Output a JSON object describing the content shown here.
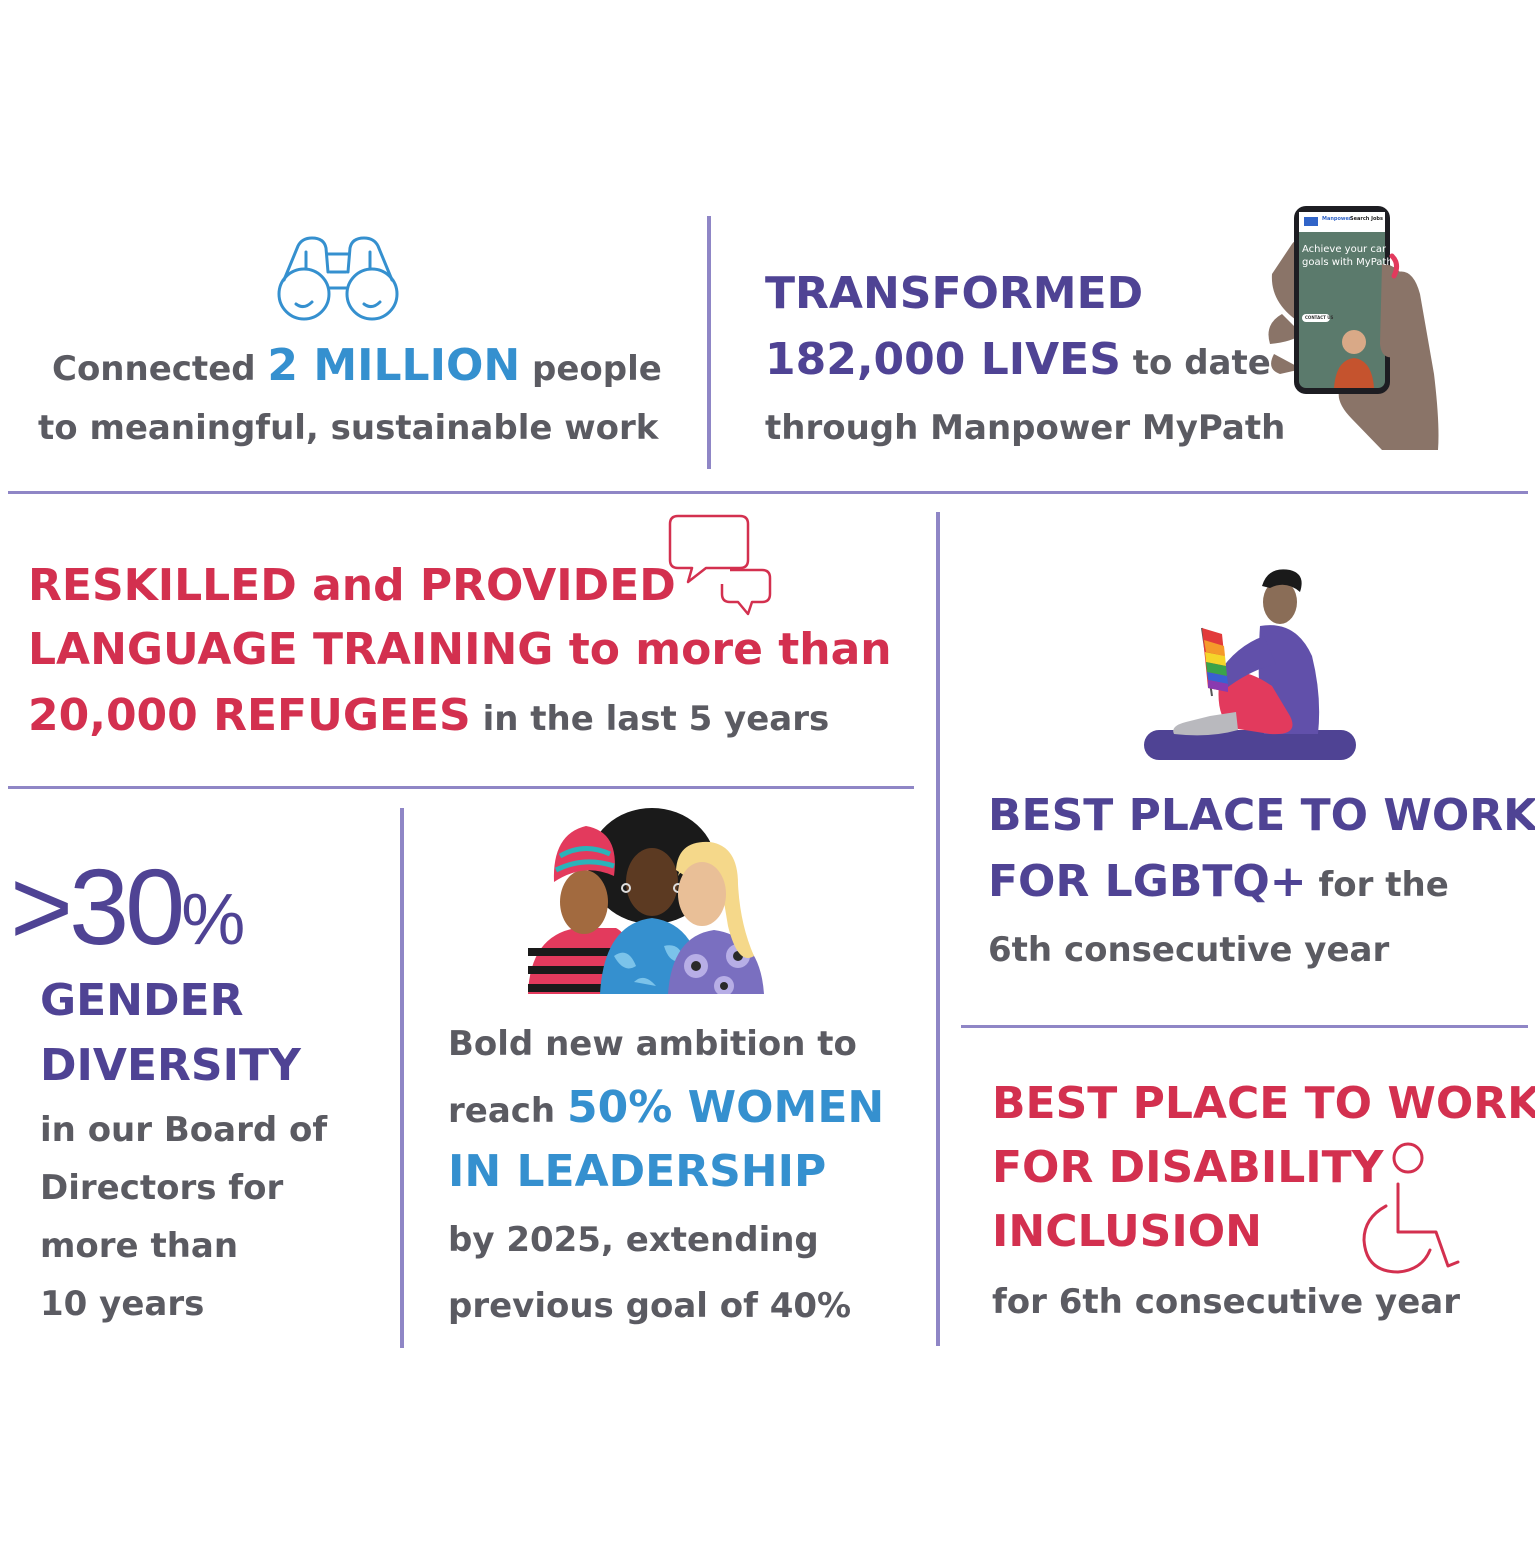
{
  "colors": {
    "divider": "#8f86c6",
    "grey_text": "#5b5b62",
    "purple": "#4f4394",
    "red": "#d3304f",
    "blue": "#3590cf"
  },
  "connected": {
    "icon": "binoculars-icon",
    "pre": "Connected ",
    "highlight": "2 MILLION",
    "post": " people",
    "line2": "to meaningful, sustainable work"
  },
  "mypath": {
    "icon": "phone-in-hand-icon",
    "line1": "TRANSFORMED",
    "highlight": "182,000 LIVES",
    "post": " to date",
    "line3": "through Manpower MyPath",
    "phone": {
      "brand": "Manpower",
      "search": "Search Jobs",
      "headline1": "Achieve your career",
      "headline2": "goals with MyPath",
      "cta": "CONTACT US"
    }
  },
  "refugees": {
    "icon": "speech-bubbles-icon",
    "line1": "RESKILLED and PROVIDED",
    "line2": "LANGUAGE TRAINING to more than",
    "highlight": "20,000 REFUGEES",
    "post": " in the last 5 years"
  },
  "gender": {
    "stat_prefix": ">30",
    "stat_suffix": "%",
    "lines_bold": [
      "GENDER",
      "DIVERSITY"
    ],
    "lines_regular": [
      "in our Board of",
      "Directors for",
      "more than",
      "10 years"
    ]
  },
  "women": {
    "icon": "three-women-illustration-icon",
    "line1": "Bold new ambition to",
    "pre": "reach ",
    "highlight1": "50% WOMEN",
    "highlight2": "IN LEADERSHIP",
    "line4": "by 2025, extending",
    "line5": "previous goal of 40%"
  },
  "lgbtq": {
    "icon": "person-with-pride-flag-icon",
    "line1": "BEST PLACE TO WORK",
    "highlight": "FOR LGBTQ+",
    "post": " for the",
    "line3": "6th consecutive year"
  },
  "disability": {
    "icon": "wheelchair-icon",
    "line1": "BEST PLACE TO WORK",
    "line2": "FOR DISABILITY",
    "line3": "INCLUSION",
    "line4": "for 6th consecutive year"
  }
}
